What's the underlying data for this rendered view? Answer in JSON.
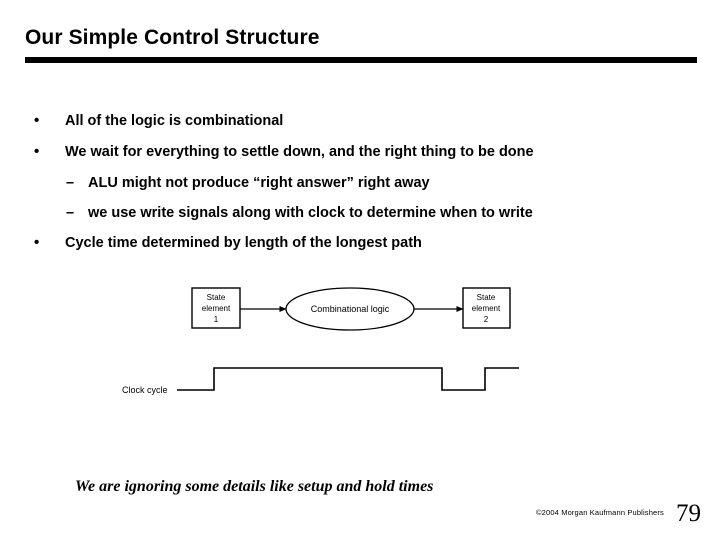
{
  "slide": {
    "title": "Our Simple Control Structure",
    "bullets": [
      {
        "marker": "•",
        "text": "All of the logic is combinational",
        "level": 1
      },
      {
        "marker": "•",
        "text": "We wait for everything to settle down, and the right thing to be done",
        "level": 1
      },
      {
        "marker": "–",
        "text": "ALU might not produce “right answer” right away",
        "level": 2
      },
      {
        "marker": "–",
        "text": "we use write signals along with clock to determine when to write",
        "level": 2
      },
      {
        "marker": "•",
        "text": "Cycle time determined by length of the longest path",
        "level": 1
      }
    ],
    "footer_note": "We are ignoring some details like setup and hold times",
    "copyright": "©2004 Morgan Kaufmann Publishers",
    "page_number": "79"
  },
  "diagram": {
    "state_element_1": {
      "line1": "State",
      "line2": "element",
      "line3": "1"
    },
    "combinational_logic": "Combinational logic",
    "state_element_2": {
      "line1": "State",
      "line2": "element",
      "line3": "2"
    },
    "clock_label": "Clock cycle",
    "stroke_color": "#000000",
    "fill_color": "#ffffff"
  }
}
